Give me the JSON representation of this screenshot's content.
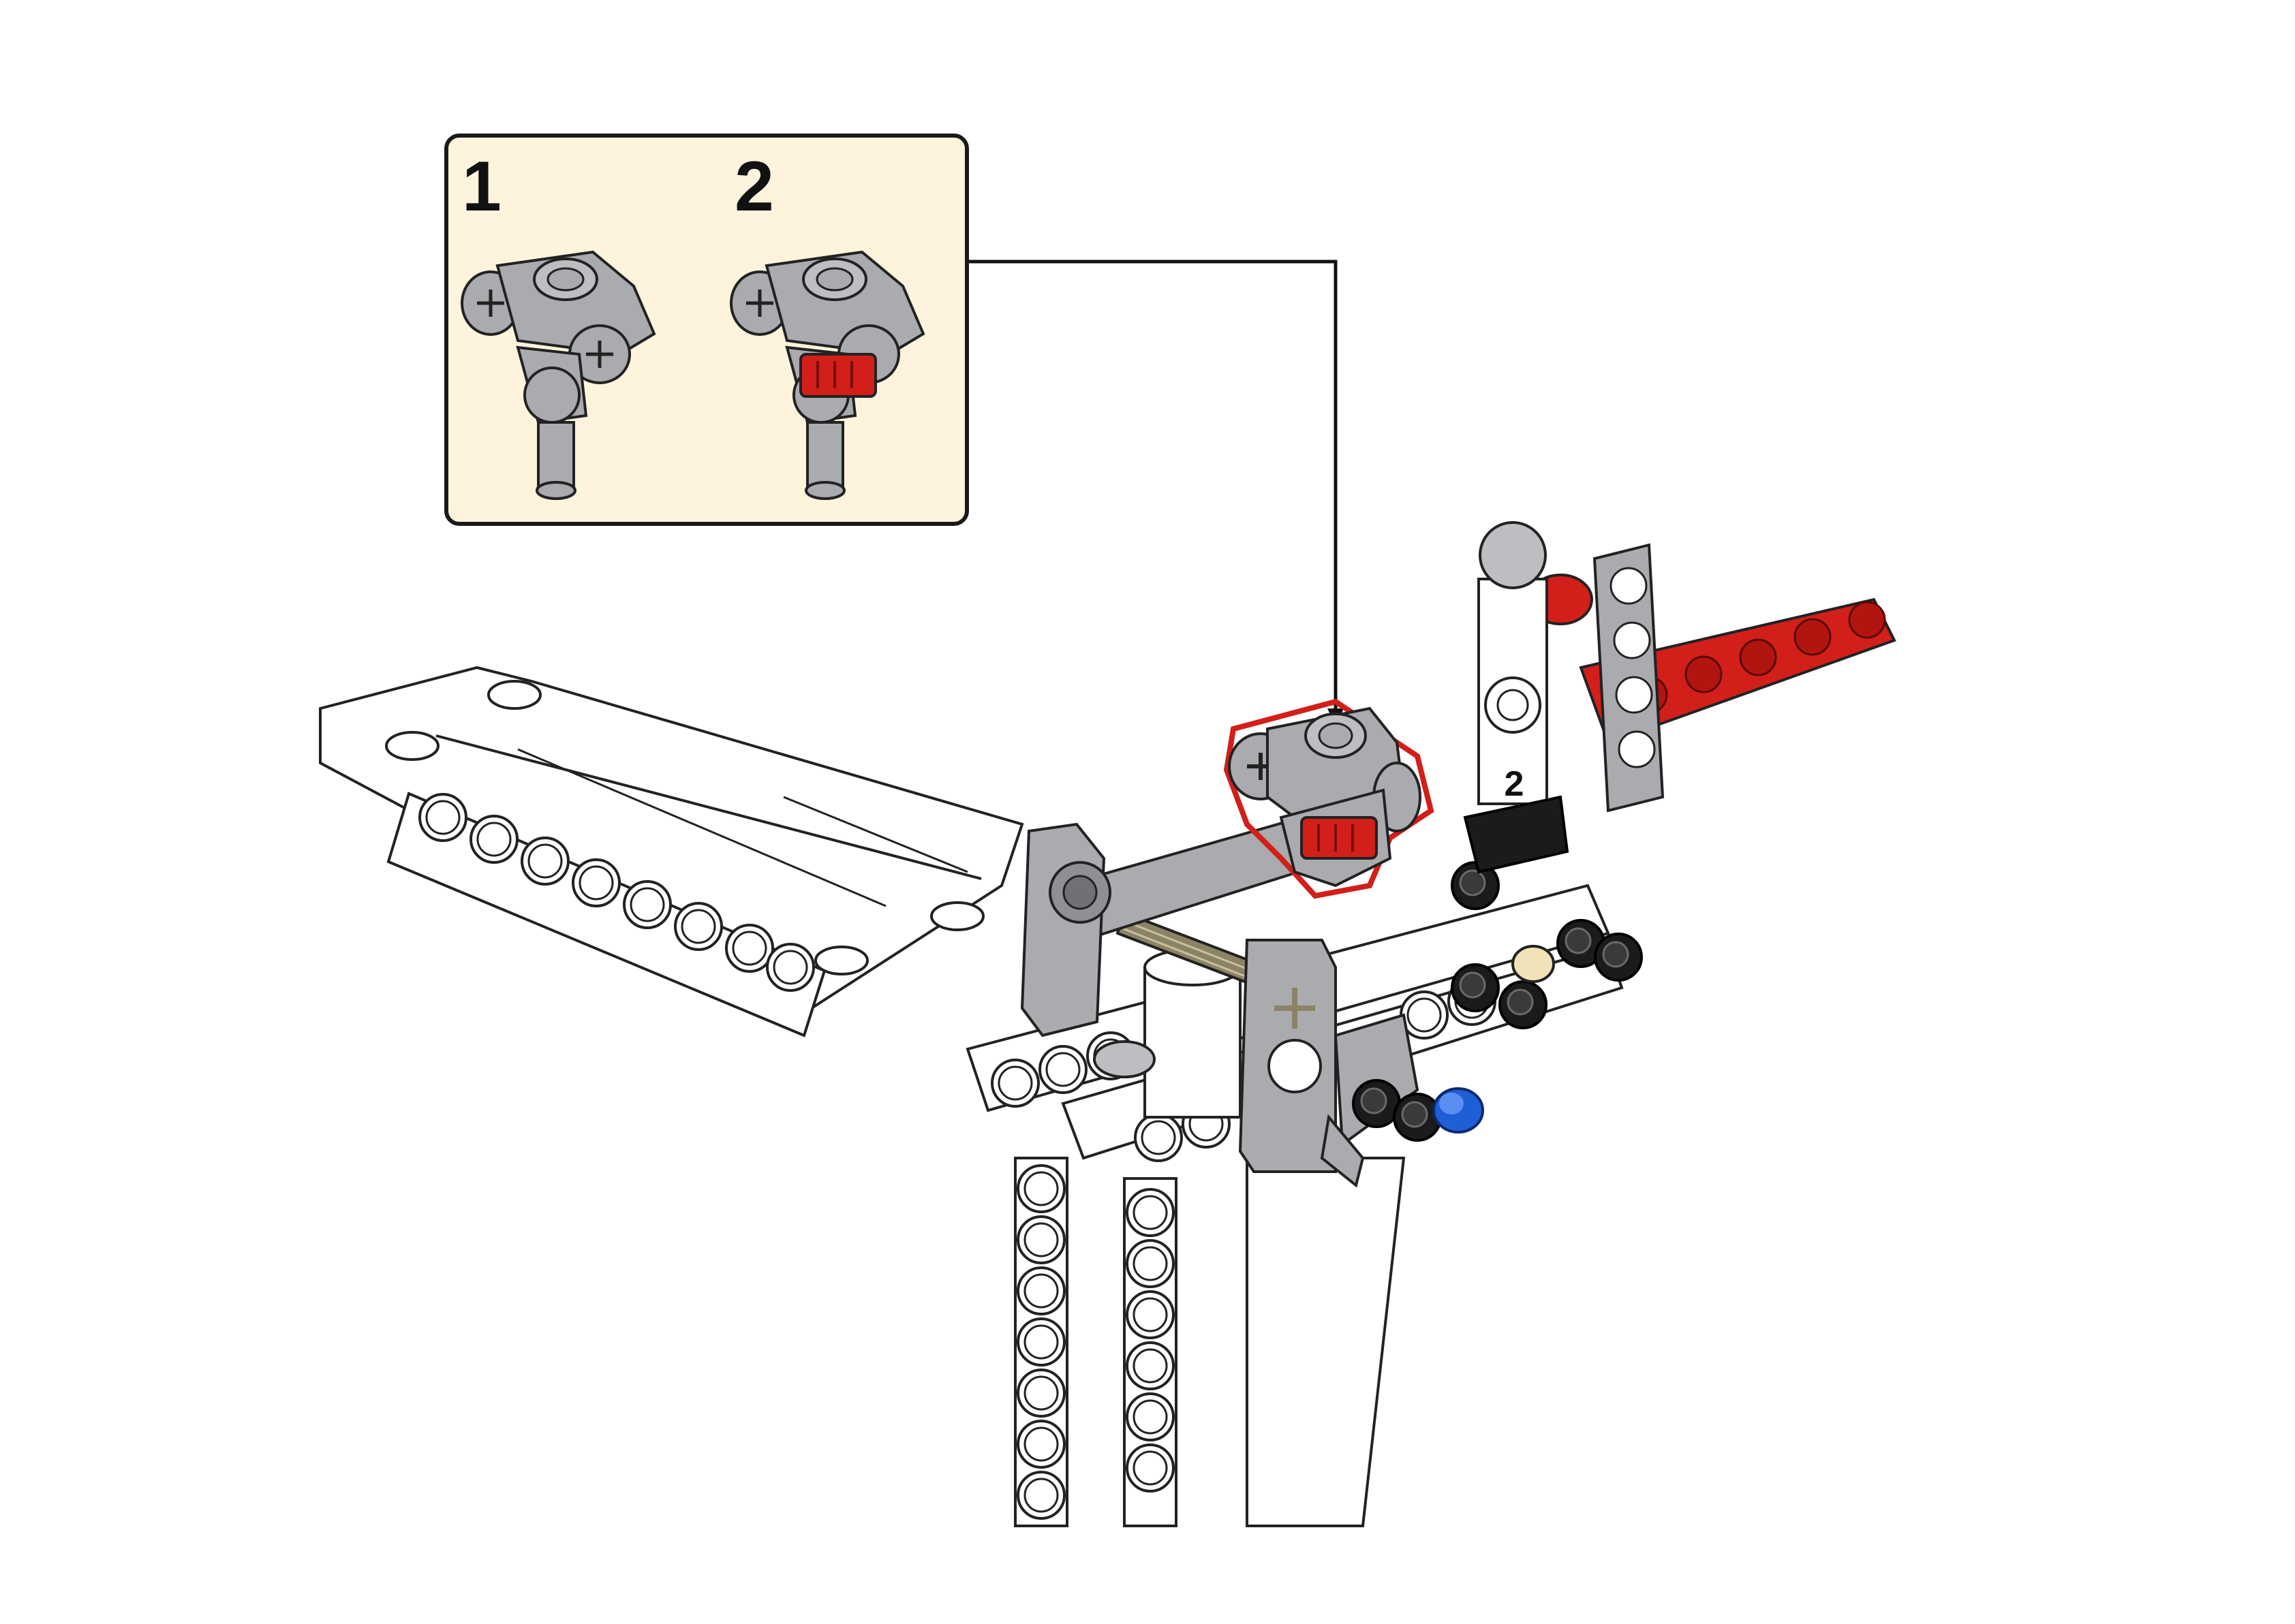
{
  "callout": {
    "substeps": [
      {
        "number": "1"
      },
      {
        "number": "2"
      }
    ]
  },
  "model": {
    "parts_label": "2"
  },
  "colors": {
    "callout_background": "#fef4dd",
    "part_gray": "#a9abaf",
    "part_red": "#d21f1a",
    "part_blue": "#1f5fd6",
    "part_black": "#1b1b1b",
    "part_tan": "#8c8266",
    "part_white": "#ffffff",
    "highlight": "#d21f1a"
  },
  "icons": [
    "axle-pin-connector-icon",
    "red-pin-icon",
    "ball-joint-icon"
  ]
}
